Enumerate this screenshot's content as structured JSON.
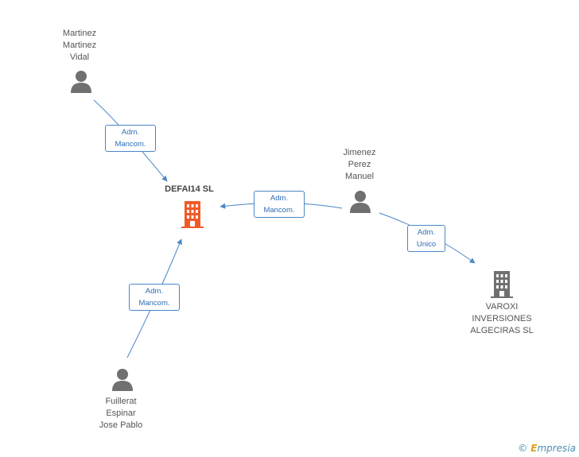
{
  "nodes": {
    "martinez": {
      "label": "Martinez\nMartinez\nVidal",
      "kind": "person"
    },
    "jimenez": {
      "label": "Jimenez\nPerez\nManuel",
      "kind": "person"
    },
    "fuillerat": {
      "label": "Fuillerat\nEspinar\nJose Pablo",
      "kind": "person"
    },
    "defai14": {
      "label": "DEFAI14  SL",
      "kind": "company",
      "color": "#f05a28"
    },
    "varoxi": {
      "label": "VAROXI\nINVERSIONES\nALGECIRAS  SL",
      "kind": "company",
      "color": "#707070"
    }
  },
  "edges": [
    {
      "from": "martinez",
      "to": "defai14",
      "label": "Adm.\nMancom."
    },
    {
      "from": "jimenez",
      "to": "defai14",
      "label": "Adm.\nMancom."
    },
    {
      "from": "fuillerat",
      "to": "defai14",
      "label": "Adm.\nMancom."
    },
    {
      "from": "jimenez",
      "to": "varoxi",
      "label": "Adm.\nUnico"
    }
  ],
  "colors": {
    "edge": "#4a86c8",
    "person": "#707070"
  },
  "brand": {
    "copyright": "©",
    "first": "E",
    "rest": "mpresia"
  }
}
